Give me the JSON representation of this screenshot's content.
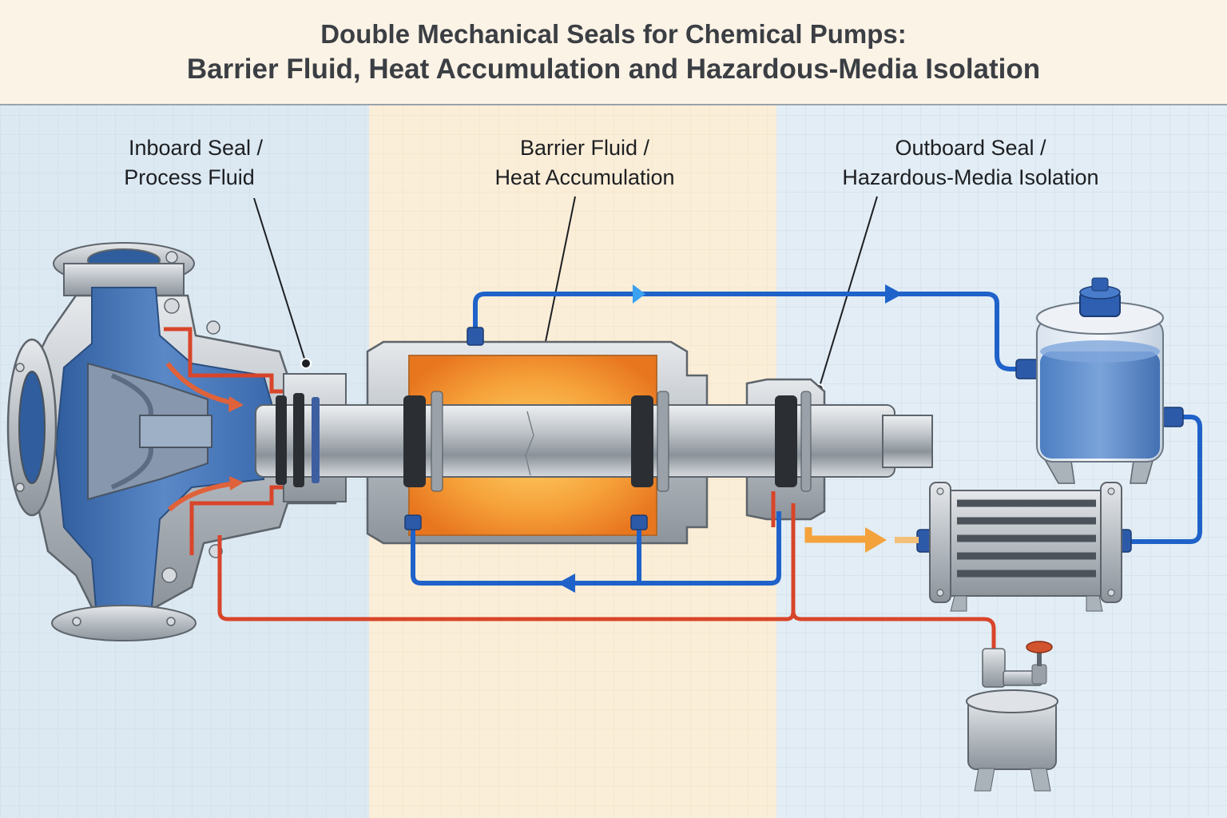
{
  "header": {
    "title_line_1": "Double Mechanical Seals for Chemical Pumps:",
    "title_line_2": "Barrier Fluid, Heat Accumulation and Hazardous-Media Isolation"
  },
  "callouts": {
    "inboard": {
      "line1": "Inboard Seal /",
      "line2": "Process Fluid"
    },
    "barrier": {
      "line1": "Barrier Fluid /",
      "line2": "Heat Accumulation"
    },
    "outboard": {
      "line1": "Outboard Seal /",
      "line2": "Hazardous-Media Isolation"
    }
  },
  "colors": {
    "process_zone_bg": "#dce9f3",
    "barrier_zone_bg": "#fbeed8",
    "isolation_zone_bg": "#e2edf5",
    "process_fluid": "#3f6fb3",
    "barrier_fluid_hot": "#f08a2a",
    "barrier_line": "#1f62c9",
    "leak_line": "#d8452a",
    "steel": "#b9bec4"
  },
  "icons": [
    "pump-casing-icon",
    "impeller-icon",
    "shaft-icon",
    "seal-ring-icon",
    "reservoir-tank-icon",
    "heat-exchanger-icon",
    "drain-pot-icon",
    "valve-icon",
    "flow-arrow-icon"
  ]
}
